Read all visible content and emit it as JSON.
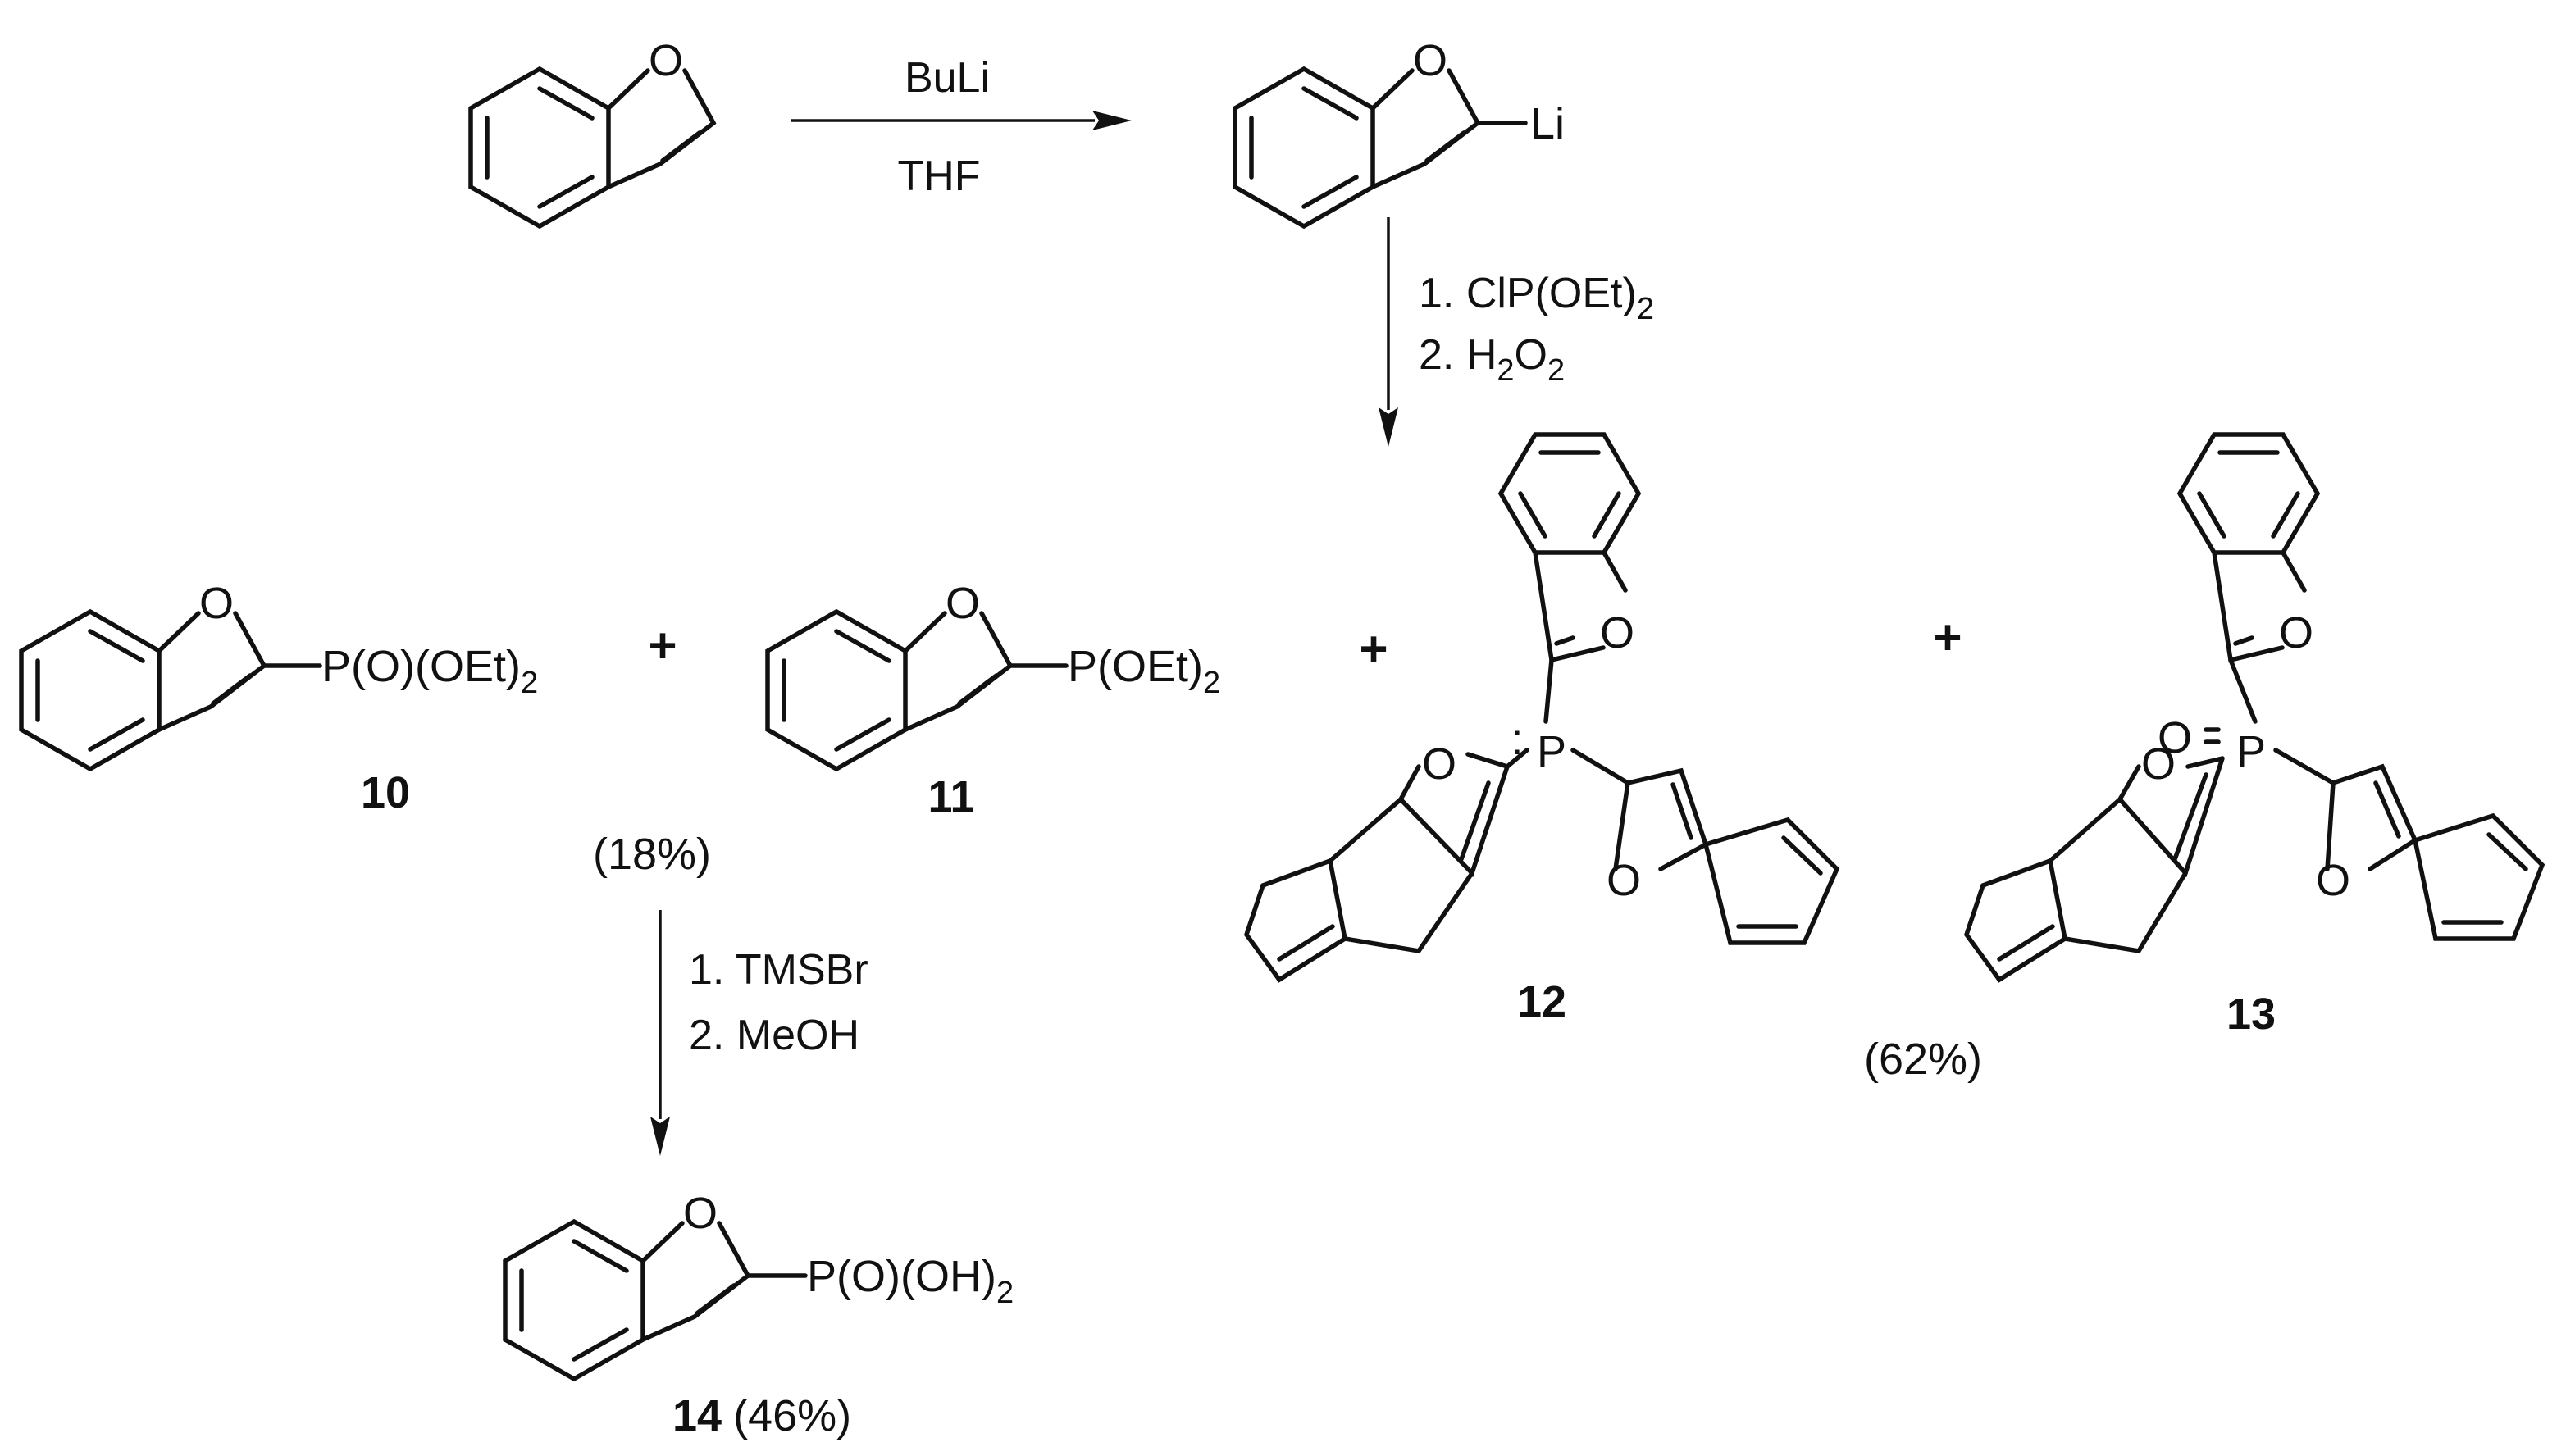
{
  "starting_material": {
    "hetero": "O"
  },
  "step1": {
    "reagent_top": "BuLi",
    "reagent_bottom": "THF"
  },
  "intermediate": {
    "hetero": "O",
    "substituent": "Li"
  },
  "step2": {
    "line1": {
      "prefix": "1. ClP(OEt)",
      "sub": "2"
    },
    "line2": {
      "prefix": "2. H",
      "sub1": "2",
      "mid": "O",
      "sub2": "2"
    }
  },
  "plus_sign": "+",
  "compound_10": {
    "hetero": "O",
    "substituent": "P(O)(OEt)",
    "sub": "2",
    "label": "10"
  },
  "compound_11": {
    "hetero": "O",
    "substituent": "P(OEt)",
    "sub": "2",
    "label": "11"
  },
  "compound_12": {
    "hetero": "O",
    "phosphorus": "P",
    "lone_pair": ":",
    "label": "12"
  },
  "compound_13": {
    "hetero": "O",
    "phosphorus": "P",
    "oxo": "O",
    "label": "13"
  },
  "yield_10_11": "(18%)",
  "yield_12_13": "(62%)",
  "step3": {
    "line1": "1. TMSBr",
    "line2": "2. MeOH"
  },
  "compound_14": {
    "hetero": "O",
    "substituent": "P(O)(OH)",
    "sub": "2",
    "label": "14",
    "yield": "(46%)"
  }
}
